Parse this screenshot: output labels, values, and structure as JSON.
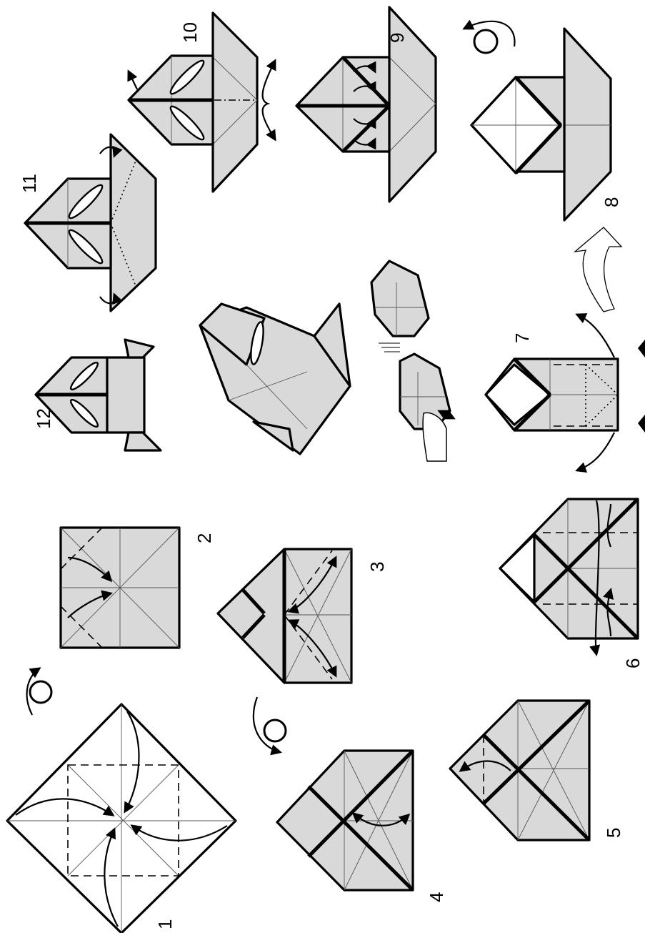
{
  "steps": [
    {
      "label": "1"
    },
    {
      "label": "2"
    },
    {
      "label": "3"
    },
    {
      "label": "4"
    },
    {
      "label": "5"
    },
    {
      "label": "6"
    },
    {
      "label": "7"
    },
    {
      "label": "8"
    },
    {
      "label": "9"
    },
    {
      "label": "10"
    },
    {
      "label": "11"
    },
    {
      "label": "12"
    }
  ],
  "colors": {
    "paper": "#d9d9d9",
    "paper_back": "#ffffff",
    "line": "#000000"
  },
  "symbols": [
    "turn-over-icon",
    "valley-fold-line",
    "mountain-fold-line",
    "push-arrow-icon",
    "finger-icon"
  ]
}
